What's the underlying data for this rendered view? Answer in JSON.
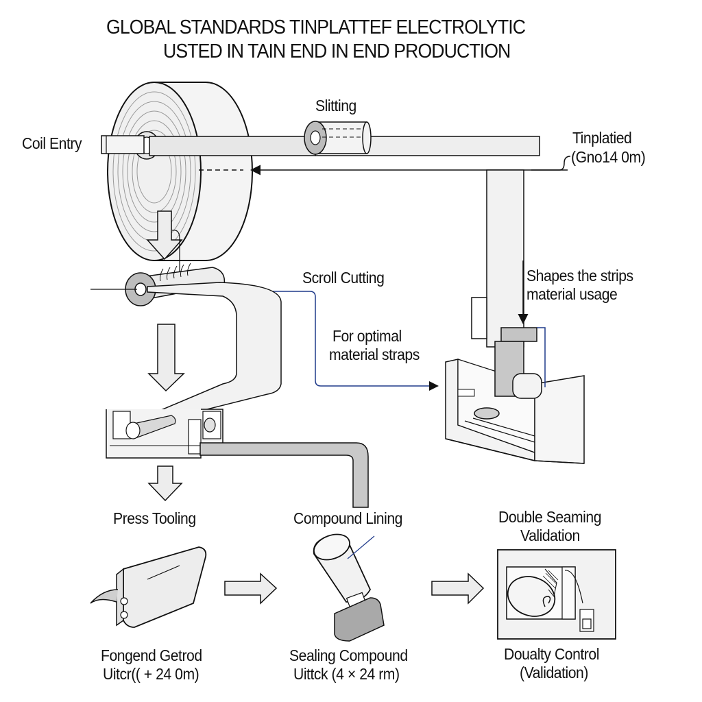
{
  "title": {
    "line1": "GLOBAL STANDARDS TINPLATTEF ELECTROLYTIC",
    "line2": "USTED IN TAIN END IN END PRODUCTION"
  },
  "labels": {
    "coil_entry": "Coil Entry",
    "slitting": "Slitting",
    "tinplated_line1": "Tinplatied",
    "tinplated_line2": "(Gno14 0m)",
    "scroll_cutting": "Scroll Cutting",
    "shapes_line1": "Shapes the strips",
    "shapes_line2": "material usage",
    "optimal_line1": "For optimal",
    "optimal_line2": "material straps",
    "press_tooling": "Press Tooling",
    "compound_lining": "Compound Lining",
    "double_seaming_line1": "Double Seaming",
    "double_seaming_line2": "Validation",
    "forming_line1": "Fongend Getrod",
    "forming_line2": "Uitcr(( + 24 0m)",
    "sealing_line1": "Sealing Compound",
    "sealing_line2": "Uittck (4 × 24 rm)",
    "quality_line1": "Doualty Control",
    "quality_line2": "(Validation)"
  },
  "colors": {
    "stroke": "#111111",
    "fill_light": "#f1f1f1",
    "fill_mid": "#d6d6d6",
    "fill_dark": "#b9b9b9",
    "accent_line": "#1f3a8a"
  }
}
